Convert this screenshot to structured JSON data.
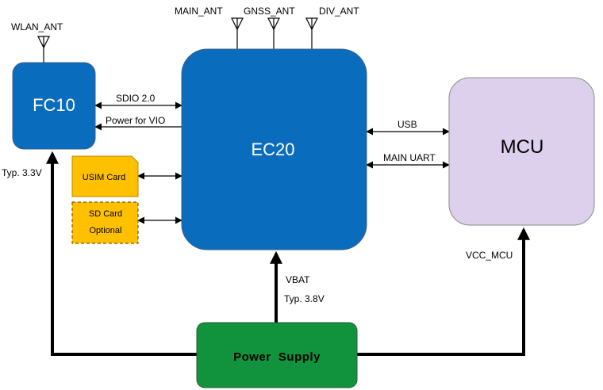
{
  "blocks": {
    "fc10": {
      "label": "FC10",
      "color": "#0a6cbc"
    },
    "ec20": {
      "label": "EC20",
      "color": "#0a6cbc"
    },
    "mcu": {
      "label": "MCU",
      "color": "#dcd0ec"
    },
    "usim": {
      "label": "USIM Card",
      "color": "#ffc000"
    },
    "sd": {
      "line1": "SD Card",
      "line2": "Optional",
      "color": "#ffc000",
      "border": "dashed"
    },
    "power": {
      "label": "Power  Supply",
      "color": "#10933c"
    }
  },
  "antennas": {
    "wlan": "WLAN_ANT",
    "main": "MAIN_ANT",
    "gnss": "GNSS_ANT",
    "div": "DIV_ANT"
  },
  "links": {
    "sdio": "SDIO 2.0",
    "power_vio": "Power for VIO",
    "usb": "USB",
    "main_uart": "MAIN UART",
    "typ_33": "Typ. 3.3V",
    "vbat": "VBAT",
    "typ_38": "Typ. 3.8V",
    "vcc_mcu": "VCC_MCU"
  }
}
